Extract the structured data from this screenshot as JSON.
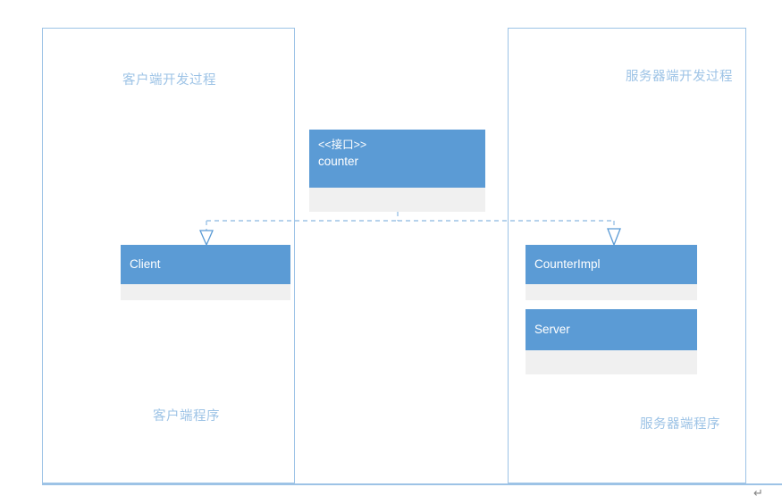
{
  "diagram": {
    "type": "uml-class-diagram",
    "lanes": [
      {
        "id": "client-side",
        "top_caption": "客户端开发过程",
        "bottom_caption": "客户端程序"
      },
      {
        "id": "server-side",
        "top_caption": "服务器端开发过程",
        "bottom_caption": "服务器端程序"
      }
    ],
    "boxes": [
      {
        "id": "counter",
        "stereotype": "<<接口>>",
        "name": "counter",
        "kind": "interface"
      },
      {
        "id": "client",
        "stereotype": "",
        "name": "Client",
        "kind": "class"
      },
      {
        "id": "counterimpl",
        "stereotype": "",
        "name": "CounterImpl",
        "kind": "class"
      },
      {
        "id": "server",
        "stereotype": "",
        "name": "Server",
        "kind": "class"
      }
    ],
    "connectors": [
      {
        "id": "realize-client",
        "style": "dashed",
        "arrowhead": "hollow-triangle",
        "from": "Client",
        "to": "counter"
      },
      {
        "id": "realize-counterimpl",
        "style": "dashed",
        "arrowhead": "hollow-triangle",
        "from": "CounterImpl",
        "to": "counter"
      }
    ],
    "marks": {
      "return_mark": "↵"
    },
    "colors": {
      "header_fill": "#5B9BD5",
      "body_fill": "#F0F0F0",
      "lane_border": "#9DC3E6",
      "caption_text": "#9DC3E6",
      "header_text": "#FFFFFF",
      "connector": "#9DC3E6",
      "mark_text": "#808080"
    }
  }
}
